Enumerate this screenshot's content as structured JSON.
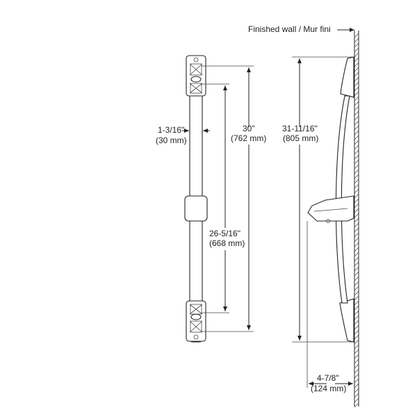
{
  "wall_label": "Finished wall / Mur fini",
  "dimensions": {
    "bar_diameter": {
      "imperial": "1-3/16\"",
      "metric": "(30 mm)"
    },
    "mount_spacing_outer": {
      "imperial": "30\"",
      "metric": "(762 mm)"
    },
    "mount_spacing_inner": {
      "imperial": "26-5/16\"",
      "metric": "(668 mm)"
    },
    "overall_height": {
      "imperial": "31-11/16\"",
      "metric": "(805 mm)"
    },
    "projection": {
      "imperial": "4-7/8\"",
      "metric": "(124 mm)"
    }
  }
}
